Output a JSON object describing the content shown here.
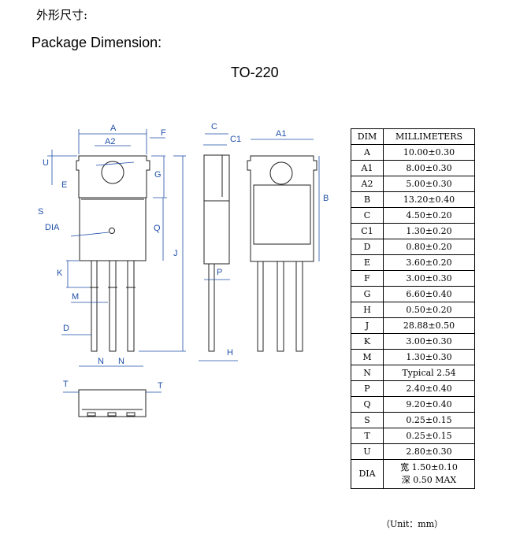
{
  "heading_cn": "外形尺寸:",
  "heading_en": "Package Dimension:",
  "package_title": "TO-220",
  "drawing_labels": [
    "A",
    "A2",
    "F",
    "C",
    "C1",
    "A1",
    "U",
    "E",
    "G",
    "S",
    "DIA",
    "Q",
    "B",
    "J",
    "K",
    "M",
    "D",
    "N",
    "N",
    "P",
    "H",
    "T",
    "T"
  ],
  "table": {
    "headers": [
      "DIM",
      "MILLIMETERS"
    ],
    "rows": [
      [
        "A",
        "10.00±0.30"
      ],
      [
        "A1",
        "8.00±0.30"
      ],
      [
        "A2",
        "5.00±0.30"
      ],
      [
        "B",
        "13.20±0.40"
      ],
      [
        "C",
        "4.50±0.20"
      ],
      [
        "C1",
        "1.30±0.20"
      ],
      [
        "D",
        "0.80±0.20"
      ],
      [
        "E",
        "3.60±0.20"
      ],
      [
        "F",
        "3.00±0.30"
      ],
      [
        "G",
        "6.60±0.40"
      ],
      [
        "H",
        "0.50±0.20"
      ],
      [
        "J",
        "28.88±0.50"
      ],
      [
        "K",
        "3.00±0.30"
      ],
      [
        "M",
        "1.30±0.30"
      ],
      [
        "N",
        "Typical 2.54"
      ],
      [
        "P",
        "2.40±0.40"
      ],
      [
        "Q",
        "9.20±0.40"
      ],
      [
        "S",
        "0.25±0.15"
      ],
      [
        "T",
        "0.25±0.15"
      ],
      [
        "U",
        "2.80±0.30"
      ]
    ],
    "dia_row": {
      "dim": "DIA",
      "line1": "宽 1.50±0.10",
      "line2": "深 0.50 MAX"
    }
  },
  "unit_note": "（Unit：mm）"
}
